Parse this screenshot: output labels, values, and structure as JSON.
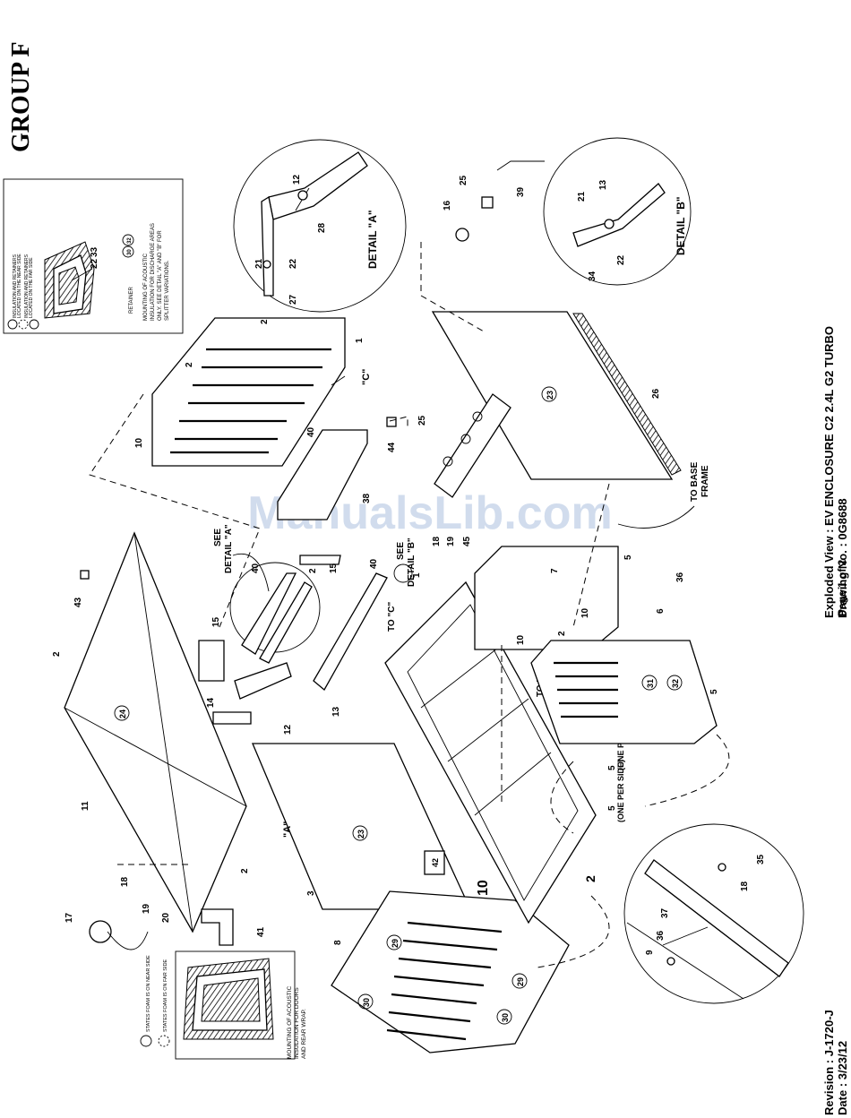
{
  "header": {
    "group": "GROUP F",
    "title": "Exploded View : EV ENCLOSURE C2 2.4L G2 TURBO",
    "drawing_no": "Drawing No. : 0G8688",
    "page": "Page 1 of 2",
    "revision": "Revision : J-1720-J",
    "date": "Date : 3/23/12"
  },
  "watermark": "ManualsLib.com",
  "legend_top": {
    "line1": "INSULATION AND RETAINERS",
    "line2": "LOCATED ON THE NEAR SIDE",
    "line3": "INSULATION AND RETAINERS",
    "line4": "LOCATED ON THE FAR SIDE",
    "retainer": "RETAINER",
    "num_a": "22",
    "num_b": "33",
    "circ_a": "30",
    "circ_b": "32",
    "note1": "MOUNTING OF ACOUSTIC",
    "note2": "INSULATION FOR DISCHARGE AREAS",
    "note3": "ONLY. SEE DETAIL \"A\" AND \"B\" FOR",
    "note4": "SPLITTER VARIATIONS."
  },
  "legend_bottom": {
    "near": "STATES FOAM IS ON NEAR SIDE",
    "far": "STATES FOAM IS ON FAR SIDE",
    "note1": "MOUNTING OF ACOUSTIC",
    "note2": "INSULATION FOR DOORS",
    "note3": "AND REAR WRAP."
  },
  "details": {
    "a": "DETAIL \"A\"",
    "b": "DETAIL \"B\"",
    "see_a_1": "SEE",
    "see_a_2": "DETAIL \"A\"",
    "see_b_1": "SEE",
    "see_b_2": "DETAIL \"B\"",
    "c": "\"C\"",
    "a_mark": "\"A\"",
    "to_c": "TO \"C\"",
    "to_a": "TO \"A\"",
    "to_base_1": "TO BASE",
    "to_base_2": "FRAME",
    "one_per_side_1": "(ONE PER SIDE)",
    "one_per_side_2": "(ONE PER SIDE)"
  },
  "callouts": {
    "n1": "1",
    "n2": "2",
    "n3": "3",
    "n5": "5",
    "n6": "6",
    "n7": "7",
    "n8": "8",
    "n9": "9",
    "n10": "10",
    "n11": "11",
    "n12": "12",
    "n13": "13",
    "n14": "14",
    "n15": "15",
    "n16": "16",
    "n17": "17",
    "n18": "18",
    "n19": "19",
    "n20": "20",
    "n21": "21",
    "n22": "22",
    "n25": "25",
    "n26": "26",
    "n27": "27",
    "n28": "28",
    "n34": "34",
    "n35": "35",
    "n36": "36",
    "n37": "37",
    "n38": "38",
    "n39": "39",
    "n40": "40",
    "n41": "41",
    "n43": "43",
    "n44": "44",
    "n45": "45"
  },
  "circled": {
    "c23": "23",
    "c24": "24",
    "c29": "29",
    "c30": "30",
    "c31": "31",
    "c32": "32",
    "c42": "42"
  }
}
